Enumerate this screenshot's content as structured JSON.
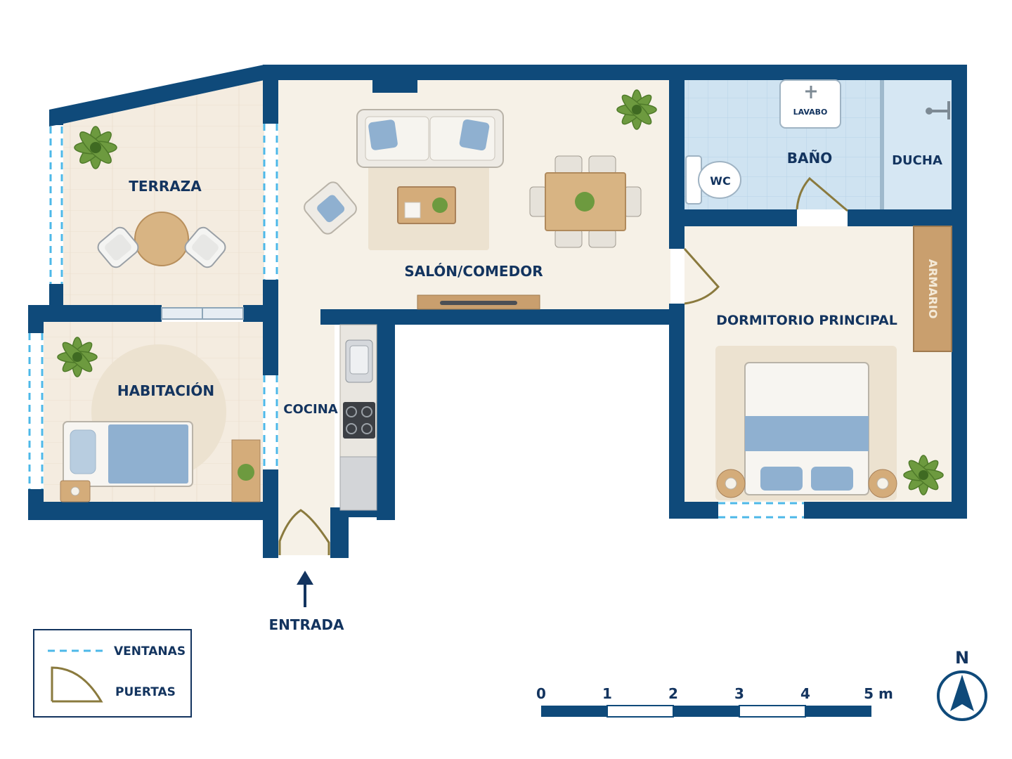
{
  "rooms": {
    "terraza": "TERRAZA",
    "salon": "SALÓN/COMEDOR",
    "bano": "BAÑO",
    "ducha": "DUCHA",
    "habitacion": "HABITACIÓN",
    "cocina": "COCINA",
    "dormitorio": "DORMITORIO PRINCIPAL"
  },
  "fixtures": {
    "lavabo": "LAVABO",
    "wc": "WC",
    "armario": "ARMARIO"
  },
  "entrance": "ENTRADA",
  "legend": {
    "windows": "VENTANAS",
    "doors": "PUERTAS"
  },
  "scale": {
    "ticks": [
      "0",
      "1",
      "2",
      "3",
      "4",
      "5 m"
    ]
  },
  "compass": "N",
  "colors": {
    "wall": "#0f4a7a",
    "window": "#4db8e8",
    "door": "#8a7a3e",
    "floor": "#f5efe4",
    "tile": "#cfe3f1",
    "label": "#13345f"
  }
}
